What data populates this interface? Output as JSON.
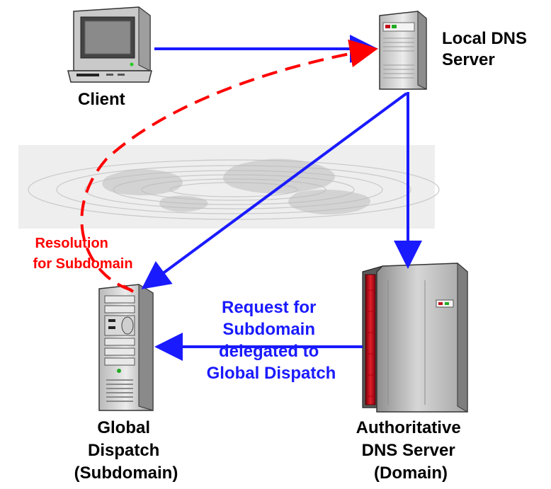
{
  "nodes": {
    "client": {
      "label": "Client",
      "icon": "desktop-computer-icon"
    },
    "local_dns": {
      "label_lines": [
        "Local DNS",
        "Server"
      ],
      "icon": "tower-server-icon"
    },
    "global_dispatch": {
      "label_lines": [
        "Global",
        "Dispatch",
        "(Subdomain)"
      ],
      "icon": "rack-server-icon"
    },
    "auth_dns": {
      "label_lines": [
        "Authoritative",
        "DNS Server",
        "(Domain)"
      ],
      "icon": "mainframe-server-icon"
    }
  },
  "edges": {
    "resolution": {
      "label_lines": [
        "Resolution",
        "for Subdomain"
      ],
      "color": "#ff0000",
      "style": "dashed"
    },
    "delegation": {
      "label_lines": [
        "Request for",
        "Subdomain",
        "delegated to",
        "Global Dispatch"
      ],
      "color": "#1a1aff",
      "style": "solid"
    }
  },
  "colors": {
    "request_arrow": "#1a1aff",
    "resolution_arrow": "#ff0000",
    "text": "#000000",
    "server_red": "#c0101a"
  }
}
